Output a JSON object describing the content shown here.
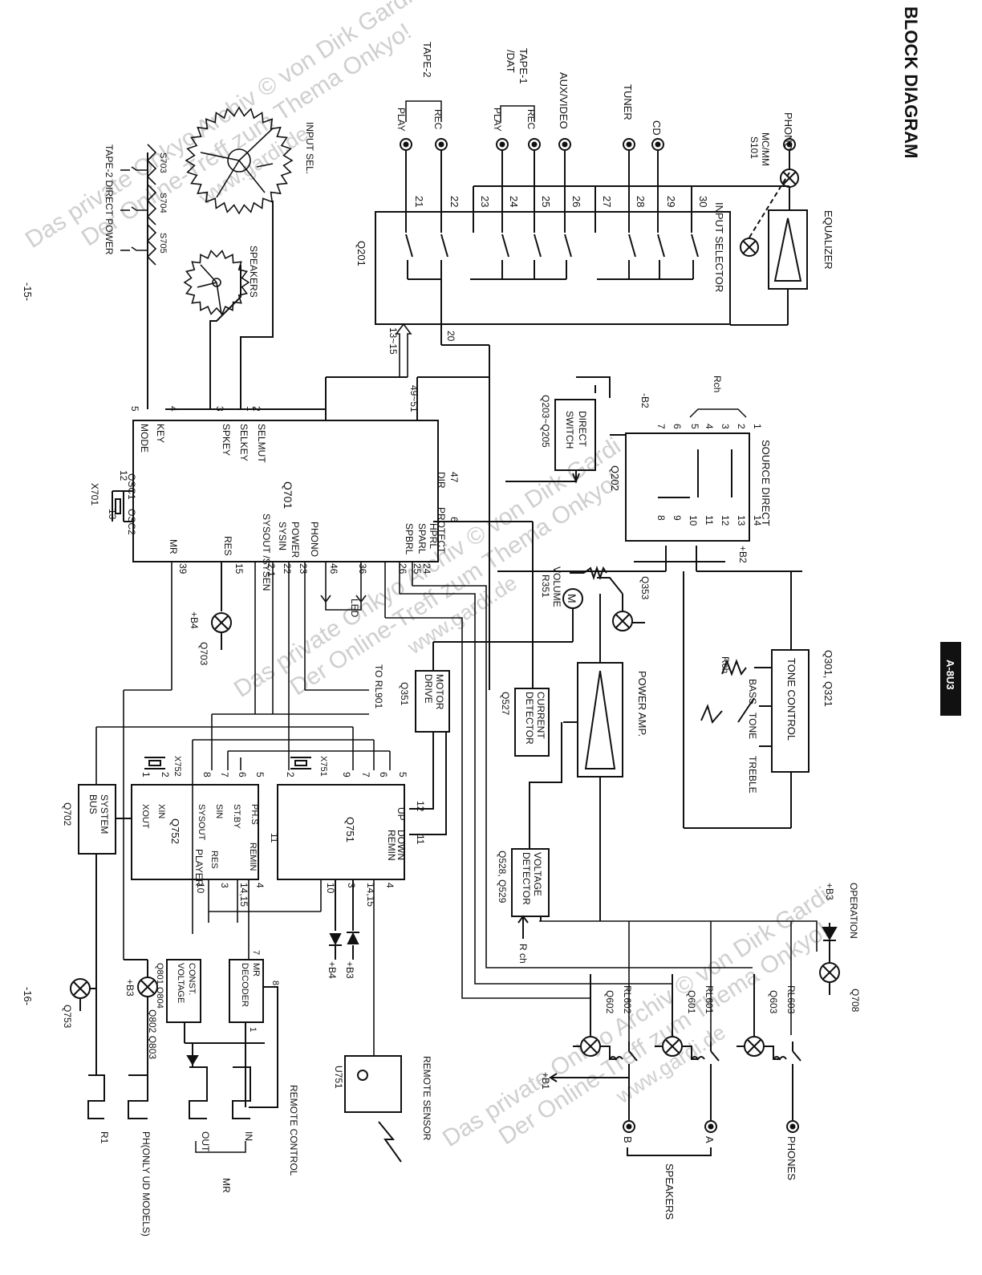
{
  "title": "BLOCK DIAGRAM",
  "model_tab": "A-8U3",
  "page_numbers": {
    "left": "-15-",
    "right": "-16-"
  },
  "watermarks": [
    {
      "line1": "Das private Onkyo Archiv © von Dirk Gardi",
      "line2": "Der Online-Treff zum Thema Onkyo!",
      "line3": "www.gardi.de"
    }
  ],
  "inputs": {
    "phono": "PHONO",
    "mcmm_switch": "MC/MM",
    "mcmm_ref": "S101",
    "cd": "CD",
    "tuner": "TUNER",
    "aux_video": "AUX/VIDEO",
    "tape1": "TAPE-1",
    "tape1_sub": "/DAT",
    "tape2": "TAPE-2",
    "play": "PLAY",
    "rec": "REC"
  },
  "equalizer": "EQUALIZER",
  "input_selector": {
    "label": "INPUT SELECTOR",
    "ref": "Q201",
    "pins": [
      "21",
      "22",
      "23",
      "24",
      "25",
      "26",
      "27",
      "28",
      "29",
      "30"
    ],
    "out_pin": "20",
    "ctrl_pins": "13~15"
  },
  "source_direct": {
    "label": "SOURCE DIRECT",
    "ref": "Q202",
    "rch": "Rch",
    "pins": [
      "1",
      "2",
      "3",
      "4",
      "5",
      "6",
      "7",
      "8",
      "9",
      "10",
      "11",
      "12",
      "13",
      "14"
    ],
    "neg_b2": "-B2",
    "pos_b2": "+B2"
  },
  "direct_switch": {
    "label1": "DIRECT",
    "label2": "SWITCH",
    "ref": "Q203~Q205"
  },
  "tone_control": {
    "label": "TONE CONTROL",
    "ref": "Q301, Q321",
    "bass": "BASS",
    "tone": "TONE",
    "treble": "TREBLE",
    "rch": "Rch"
  },
  "power_amp": "POWER AMP.",
  "volume": {
    "label": "VOLUME",
    "ref": "R351",
    "motor": "M"
  },
  "q353": "Q353",
  "current_detector": {
    "label1": "CURRENT",
    "label2": "DETECTOR",
    "ref": "Q527"
  },
  "voltage_detector": {
    "label1": "VOLTAGE",
    "label2": "DETECTOR",
    "ref": "Q528, Q529",
    "rch": "R ch"
  },
  "motor_drive": {
    "label1": "MOTOR",
    "label2": "DRIVE",
    "ref": "Q351"
  },
  "q701": {
    "ref": "Q701",
    "left_pins": [
      {
        "n": "1",
        "name": "SELMUT"
      },
      {
        "n": "2",
        "name": "SELKEY"
      },
      {
        "n": "3",
        "name": "SPKEY"
      },
      {
        "n": "4",
        "name": "KEY"
      },
      {
        "n": "5",
        "name": "MODE"
      },
      {
        "n": "12",
        "name": "OSC1"
      },
      {
        "n": "13",
        "name": "OSC2"
      },
      {
        "n": "39",
        "name": "MR"
      },
      {
        "n": "15",
        "name": "RES"
      }
    ],
    "right_pins": [
      {
        "n": "47",
        "name": "DIR"
      },
      {
        "n": "6",
        "name": "PROTECT"
      },
      {
        "n": "24",
        "name": "HPRL"
      },
      {
        "n": "25",
        "name": "SPARL"
      },
      {
        "n": "26",
        "name": "SPBRL"
      },
      {
        "n": "36",
        "name": ""
      },
      {
        "n": "46",
        "name": ""
      },
      {
        "n": "23",
        "name": "PHONO"
      },
      {
        "n": "22",
        "name": "POWER"
      },
      {
        "n": "2 1",
        "name": "SYSIN"
      },
      {
        "n": "",
        "name": "SYSOUT /SYSEN"
      }
    ],
    "top_pin": "49~51",
    "crystal": "X701",
    "led": "LED",
    "to_rl901": "TO RL901"
  },
  "input_sel": "INPUT SEL.",
  "speakers_switch": "SPEAKERS",
  "st_switches": [
    "S703",
    "S704",
    "S705"
  ],
  "tape2_direct_power": "TAPE-2 DIRECT POWER",
  "q703": "Q703",
  "b4": "+B4",
  "b3": "+B3",
  "b1": "+B1",
  "q751": {
    "ref": "Q751",
    "pins": [
      "5",
      "7",
      "9",
      "6",
      "12",
      "11",
      "4",
      "3",
      "14,15",
      "10",
      "2"
    ],
    "up": "UP",
    "down": "DOWN",
    "remin": "REMIN",
    "crystal": "X751"
  },
  "q752": {
    "ref": "Q752",
    "sub": "PLAYER",
    "pins": [
      "5",
      "6",
      "7",
      "8",
      "2",
      "1",
      "11",
      "4",
      "3",
      "14,15",
      "10"
    ],
    "names": [
      "PH.S",
      "ST.BY",
      "SIN",
      "SYSOUT",
      "XIN",
      "XOUT",
      "REMIN",
      "RES"
    ],
    "crystal": "X752"
  },
  "system_bus": {
    "label1": "SYSTEM",
    "label2": "BUS",
    "ref": "Q702"
  },
  "const_voltage": {
    "label1": "CONST.",
    "label2": "VOLTAGE",
    "ref": "Q801 Q804"
  },
  "mr_decoder": {
    "label1": "MR",
    "label2": "DECODER",
    "pin_in": "7",
    "pin_8": "8",
    "pin_1": "1"
  },
  "q802": "Q802 Q803",
  "q753": "Q753",
  "remote_sensor": {
    "label": "REMOTE SENSOR",
    "ref": "U751"
  },
  "remote_control": "REMOTE CONTROL",
  "mr": "MR",
  "in": "IN",
  "out": "OUT",
  "ph_only": "PH(ONLY UD MODELS)",
  "r1": "R1",
  "operation": "OPERATION",
  "q708": "Q708",
  "relays": [
    {
      "ref": "RL603",
      "tr": "Q603"
    },
    {
      "ref": "RL601",
      "tr": "Q601"
    },
    {
      "ref": "RL602",
      "tr": "Q602"
    }
  ],
  "outputs": {
    "phones": "PHONES",
    "a": "A",
    "b": "B",
    "speakers": "SPEAKERS"
  }
}
